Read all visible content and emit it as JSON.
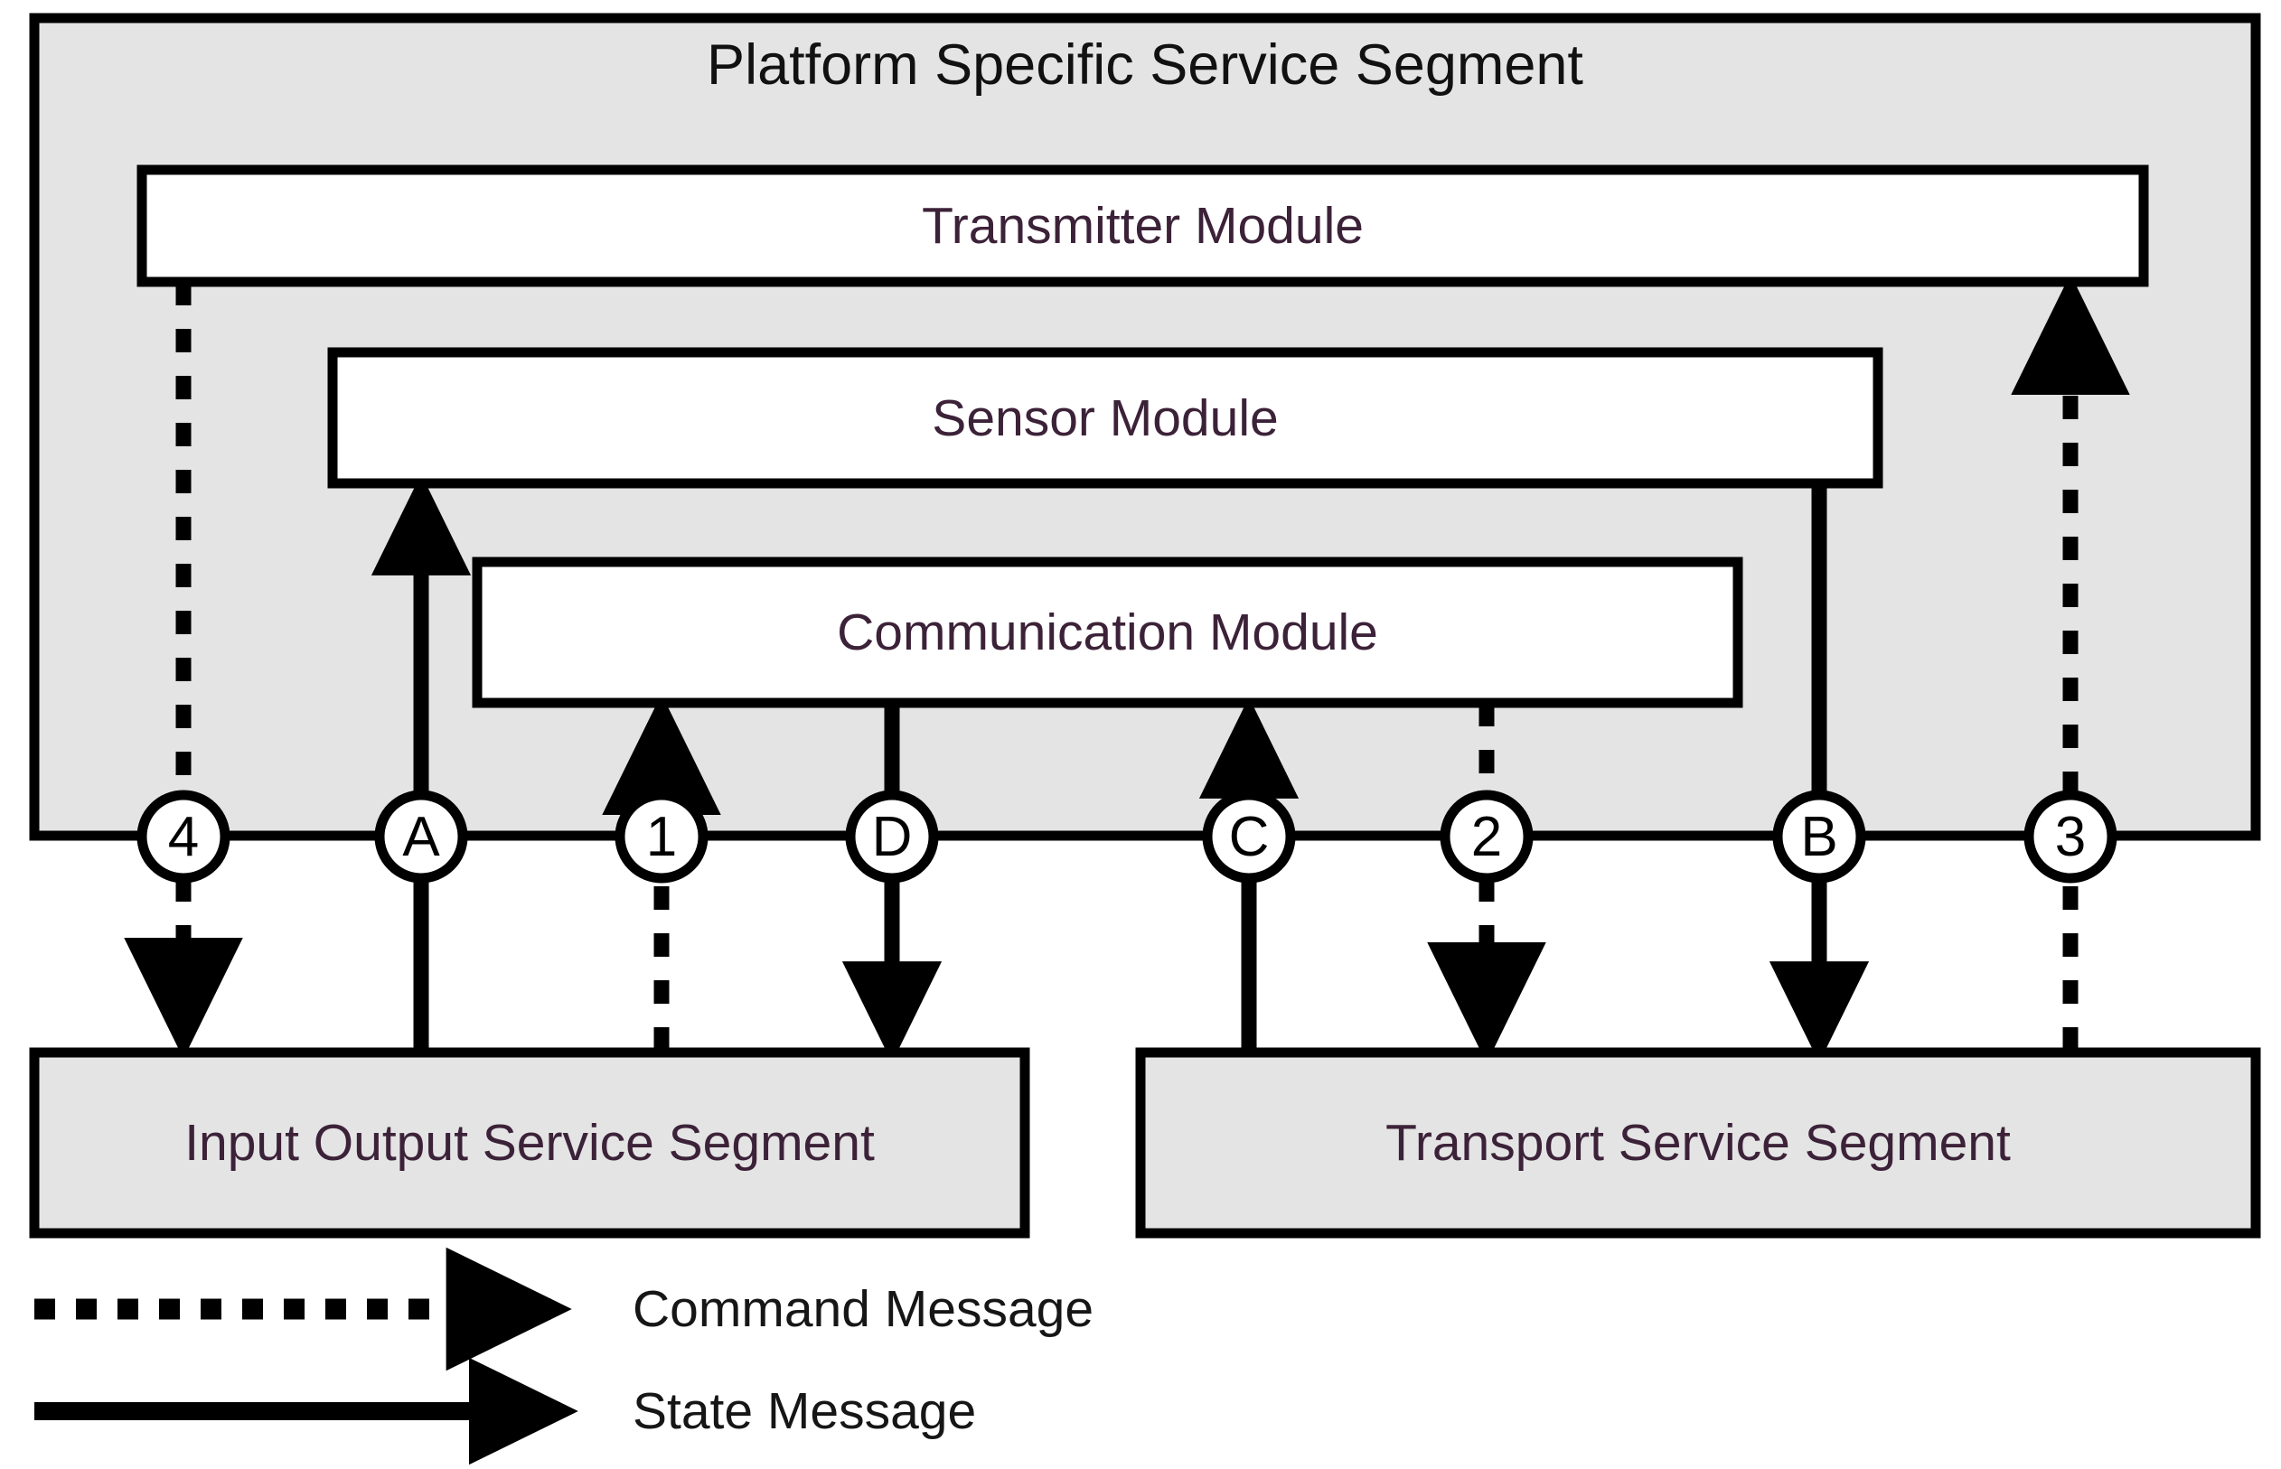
{
  "diagram": {
    "title": "Platform Specific Service Segment",
    "colors": {
      "segment_fill": "#e4e4e4",
      "module_fill": "#ffffff",
      "stroke": "#000000",
      "module_text": "#3c2238",
      "title_text": "#111111"
    },
    "platform_segment": {
      "label": "Platform Specific Service Segment",
      "modules": [
        {
          "id": "transmitter",
          "label": "Transmitter Module"
        },
        {
          "id": "sensor",
          "label": "Sensor Module"
        },
        {
          "id": "communication",
          "label": "Communication Module"
        }
      ]
    },
    "bottom_segments": [
      {
        "id": "io",
        "label": "Input Output Service Segment"
      },
      {
        "id": "transport",
        "label": "Transport Service Segment"
      }
    ],
    "interface_nodes": [
      {
        "id": "n4",
        "label": "4",
        "kind": "command",
        "direction": "down",
        "from": "Transmitter Module",
        "to": "Input Output Service Segment"
      },
      {
        "id": "nA",
        "label": "A",
        "kind": "state",
        "direction": "up",
        "from": "Input Output Service Segment",
        "to": "Sensor Module"
      },
      {
        "id": "n1",
        "label": "1",
        "kind": "command",
        "direction": "up",
        "from": "Input Output Service Segment",
        "to": "Communication Module"
      },
      {
        "id": "nD",
        "label": "D",
        "kind": "state",
        "direction": "down",
        "from": "Communication Module",
        "to": "Input Output Service Segment"
      },
      {
        "id": "nC",
        "label": "C",
        "kind": "state",
        "direction": "up",
        "from": "Transport Service Segment",
        "to": "Communication Module"
      },
      {
        "id": "n2",
        "label": "2",
        "kind": "command",
        "direction": "down",
        "from": "Communication Module",
        "to": "Transport Service Segment"
      },
      {
        "id": "nB",
        "label": "B",
        "kind": "state",
        "direction": "down",
        "from": "Sensor Module",
        "to": "Transport Service Segment"
      },
      {
        "id": "n3",
        "label": "3",
        "kind": "command",
        "direction": "up",
        "from": "Transport Service Segment",
        "to": "Transmitter Module"
      }
    ],
    "legend": [
      {
        "id": "command",
        "label": "Command Message",
        "style": "dotted"
      },
      {
        "id": "state",
        "label": "State Message",
        "style": "solid"
      }
    ]
  }
}
